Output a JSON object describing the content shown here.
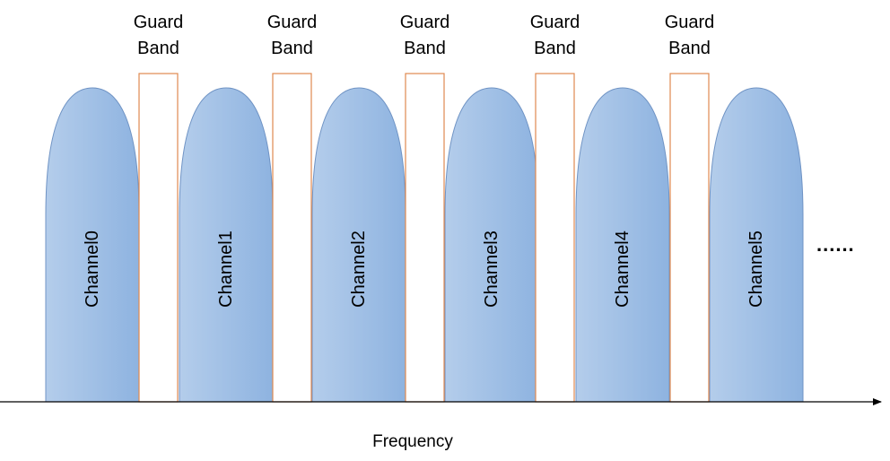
{
  "diagram": {
    "channels": [
      {
        "label": "Channel0"
      },
      {
        "label": "Channel1"
      },
      {
        "label": "Channel2"
      },
      {
        "label": "Channel3"
      },
      {
        "label": "Channel4"
      },
      {
        "label": "Channel5"
      }
    ],
    "guard_bands": [
      {
        "line1": "Guard",
        "line2": "Band"
      },
      {
        "line1": "Guard",
        "line2": "Band"
      },
      {
        "line1": "Guard",
        "line2": "Band"
      },
      {
        "line1": "Guard",
        "line2": "Band"
      },
      {
        "line1": "Guard",
        "line2": "Band"
      }
    ],
    "continuation": "......",
    "axis_label": "Frequency",
    "colors": {
      "channel_fill_light": "#B4CDEB",
      "channel_fill_dark": "#8EB3E0",
      "channel_stroke": "#6F93C4",
      "guard_stroke": "#E0894F",
      "axis": "#000000"
    }
  }
}
